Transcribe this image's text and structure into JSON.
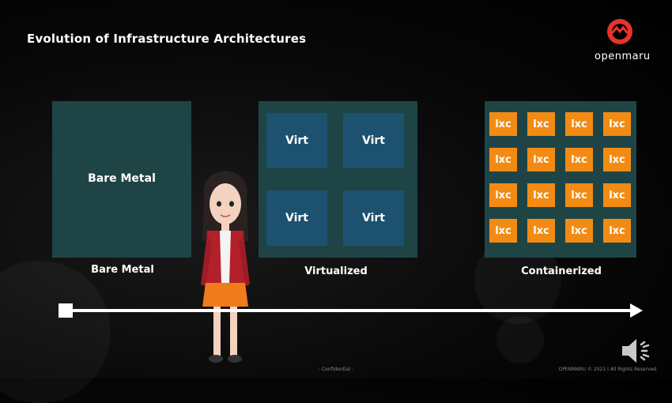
{
  "title": "Evolution of Infrastructure Architectures",
  "logo": {
    "text": "openmaru",
    "color": "#e8322b"
  },
  "bare_metal": {
    "box_label": "Bare Metal",
    "caption": "Bare Metal"
  },
  "virtualized": {
    "caption": "Virtualized",
    "vm_labels": [
      "Virt",
      "Virt",
      "Virt",
      "Virt"
    ]
  },
  "containerized": {
    "caption": "Containerized",
    "container_label": "lxc",
    "container_count": 16
  },
  "footer": {
    "center": "- Confidential -",
    "right": "OPENMARU © 2021 | All Rights Reserved."
  },
  "colors": {
    "box_bg": "#1f4446",
    "vm_bg": "#1c5270",
    "lxc_bg": "#f28b14"
  },
  "icons": [
    "logo-mark-icon",
    "speaker-icon",
    "presenter-character"
  ]
}
